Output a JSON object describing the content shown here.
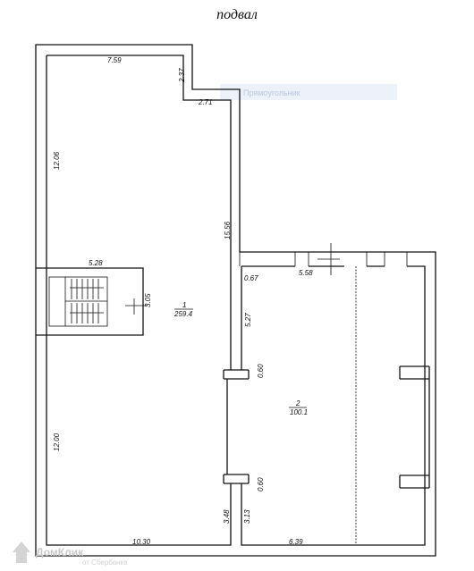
{
  "title": "подвал",
  "rooms": [
    {
      "number": "1",
      "area": "259.4"
    },
    {
      "number": "2",
      "area": "100.1"
    }
  ],
  "dimensions": {
    "top_width": "7.59",
    "notch_height": "2.37",
    "notch_width": "2.71",
    "left_upper": "12.06",
    "middle_wall": "15.56",
    "stair_width": "5.28",
    "stair_depth": "3.05",
    "left_lower": "12.00",
    "bottom_left": "10.30",
    "room2_top": "5.58",
    "room2_top_small": "0.67",
    "room2_left": "5.27",
    "window_upper": "0.60",
    "window_lower": "0.60",
    "lower_left_a": "3.48",
    "lower_left_b": "3.13",
    "bottom_right": "6.39"
  },
  "selection_label": "Прямоугольник",
  "watermark": {
    "brand": "ДомКлик",
    "sub": "от Сбербанка"
  }
}
